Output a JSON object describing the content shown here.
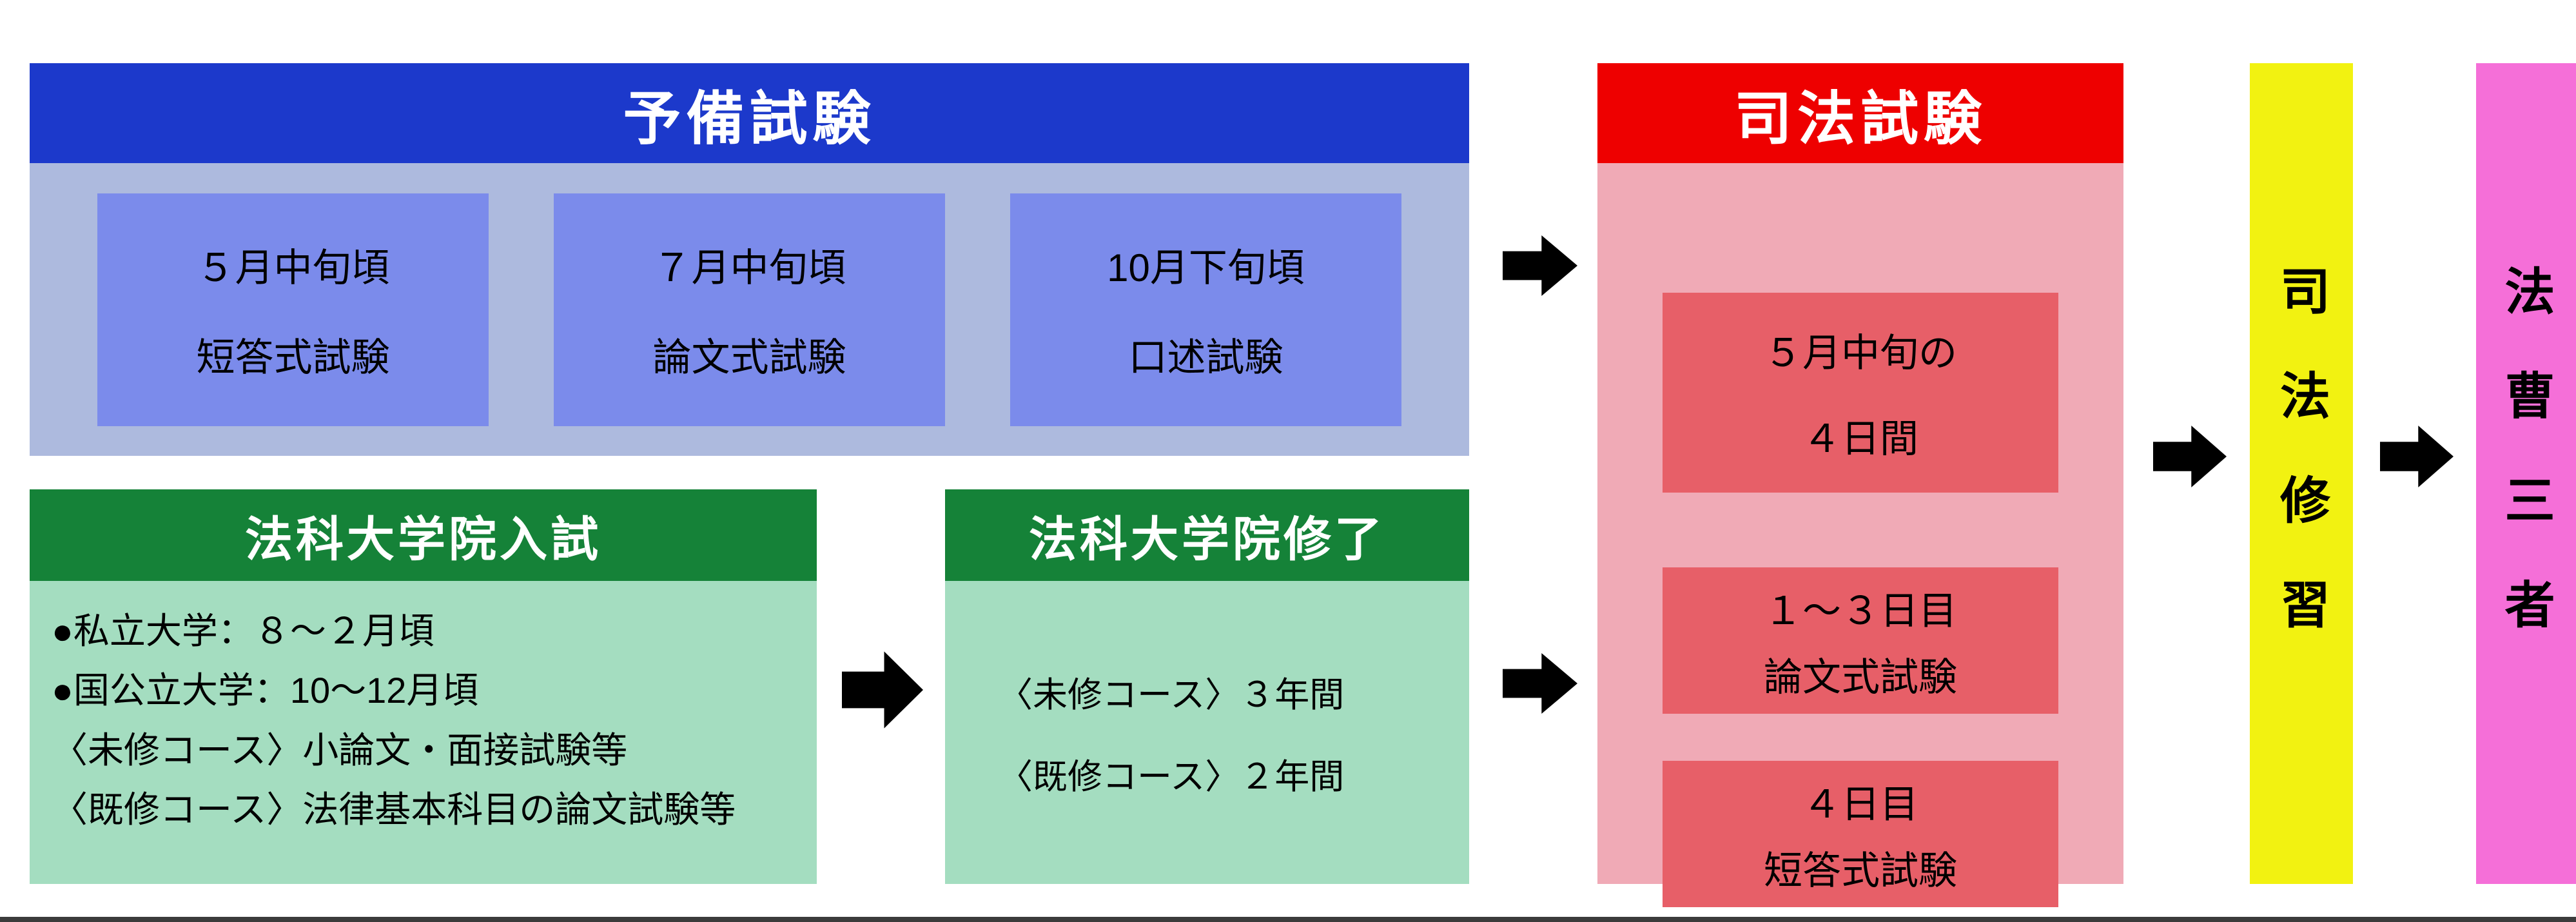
{
  "yobi": {
    "title": "予備試験",
    "steps": [
      {
        "line1": "５月中旬頃",
        "line2": "短答式試験"
      },
      {
        "line1": "７月中旬頃",
        "line2": "論文式試験"
      },
      {
        "line1": "10月下旬頃",
        "line2": "口述試験"
      }
    ]
  },
  "nyushi": {
    "title": "法科大学院入試",
    "lines": [
      "●私立大学：８〜２月頃",
      "●国公立大学：10〜12月頃",
      "〈未修コース〉小論文・面接試験等",
      "〈既修コース〉法律基本科目の論文試験等"
    ]
  },
  "shuryo": {
    "title": "法科大学院修了",
    "lines": [
      "〈未修コース〉３年間",
      "〈既修コース〉２年間"
    ]
  },
  "shiken": {
    "title": "司法試験",
    "steps": [
      {
        "line1": "５月中旬の",
        "line2": "４日間"
      },
      {
        "line1": "１〜３日目",
        "line2": "論文式試験"
      },
      {
        "line1": "４日目",
        "line2": "短答式試験"
      }
    ]
  },
  "shushu": {
    "title": "司法修習"
  },
  "sansha": {
    "title": "法曹三者"
  },
  "colors": {
    "blue_header": "#1c39cb",
    "blue_body": "#adbade",
    "blue_step": "#7b8beb",
    "green_header": "#158238",
    "green_body": "#a4ddc0",
    "red_header": "#ee0000",
    "red_body": "#f0aab6",
    "red_step": "#e75f68",
    "yellow": "#f2f211",
    "magenta": "#f56fd8",
    "arrow": "#000000"
  }
}
